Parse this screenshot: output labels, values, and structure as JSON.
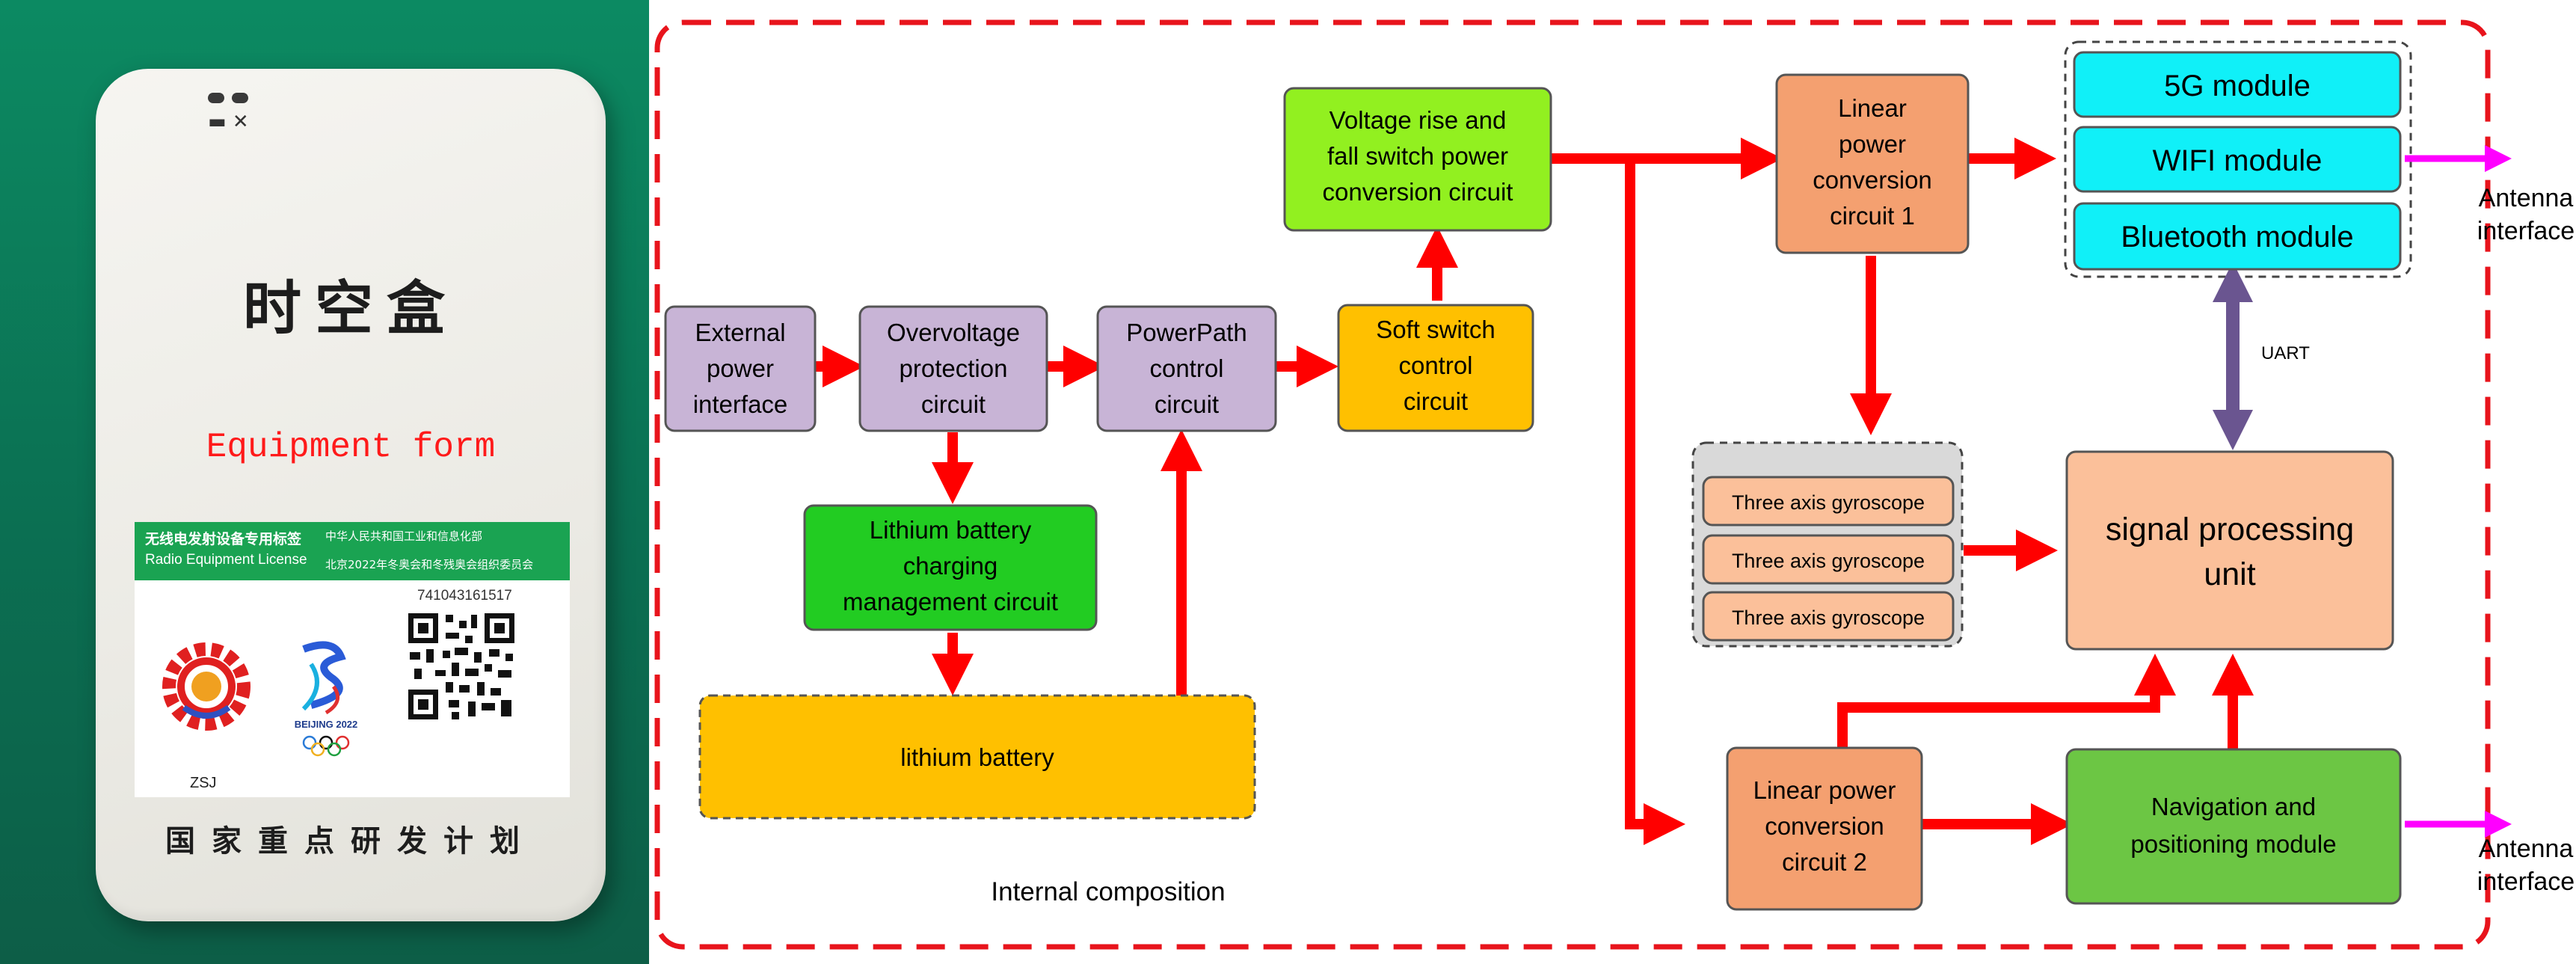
{
  "photo": {
    "device_mark": "▬ ✕",
    "device_title": "时空盒",
    "caption": "Equipment form",
    "label": {
      "title_cn": "无线电发射设备专用标签",
      "title_en": "Radio Equipment License",
      "issuer_cn": "中华人民共和国工业和信息化部",
      "committee_cn": "北京2022年冬奥会和冬残奥会组织委员会",
      "number": "741043161517",
      "beijing_mark": "BEIJING 2022",
      "code": "ZSJ"
    },
    "bottom_text": "国家重点研发计划"
  },
  "diagram": {
    "caption": "Internal composition",
    "colors": {
      "frame": "#e8141c",
      "arrow": "#ff0000",
      "purple": "#c8b4d6",
      "yellow": "#ffc000",
      "lime": "#92f020",
      "green": "#22cc22",
      "salmon": "#f4a070",
      "peach": "#fbc09a",
      "cyan": "#10f0f8",
      "navgreen": "#6cc644",
      "uart": "#6a5590",
      "magenta": "#ff00ff"
    },
    "blocks": {
      "external_power": [
        "External",
        "power",
        "interface"
      ],
      "overvoltage": [
        "Overvoltage",
        "protection",
        "circuit"
      ],
      "powerpath": [
        "PowerPath",
        "control",
        "circuit"
      ],
      "soft_switch": [
        "Soft switch",
        "control",
        "circuit"
      ],
      "voltage_rise": [
        "Voltage rise and",
        "fall switch power",
        "conversion circuit"
      ],
      "lithium_charging": [
        "Lithium battery",
        "charging",
        "management circuit"
      ],
      "lithium_battery": [
        "lithium battery"
      ],
      "linear1": [
        "Linear",
        "power",
        "conversion",
        "circuit 1"
      ],
      "linear2": [
        "Linear power",
        "conversion",
        "circuit 2"
      ],
      "module_5g": [
        "5G module"
      ],
      "module_wifi": [
        "WIFI module"
      ],
      "module_bt": [
        "Bluetooth module"
      ],
      "gyro1": [
        "Three axis gyroscope"
      ],
      "gyro2": [
        "Three axis gyroscope"
      ],
      "gyro3": [
        "Three axis gyroscope"
      ],
      "signal_unit": [
        "signal processing",
        "unit"
      ],
      "navigation": [
        "Navigation and",
        "positioning module"
      ]
    },
    "uart_label": "UART",
    "antenna_label_1": [
      "Antenna",
      "interface"
    ],
    "antenna_label_2": [
      "Antenna",
      "interface"
    ]
  }
}
